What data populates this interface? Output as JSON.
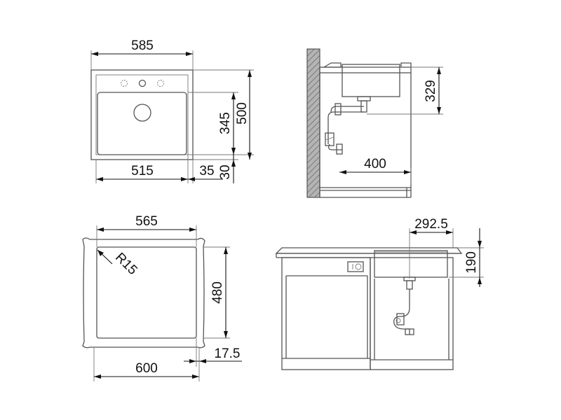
{
  "dimensions": {
    "top_width_585": "585",
    "inner_width_515": "515",
    "side_offset_35": "35",
    "bottom_offset_30": "30",
    "bowl_depth_345": "345",
    "overall_depth_500": "500",
    "cutout_width_565": "565",
    "radius_r15": "R15",
    "cabinet_width_600": "600",
    "edge_17_5": "17.5",
    "cutout_depth_480": "480",
    "height_329": "329",
    "drain_offset_400": "400",
    "drain_center_292_5": "292.5",
    "bowl_height_190": "190"
  },
  "colors": {
    "line": "#555555",
    "dimension": "#111111",
    "wall": "#9a9a9a"
  }
}
